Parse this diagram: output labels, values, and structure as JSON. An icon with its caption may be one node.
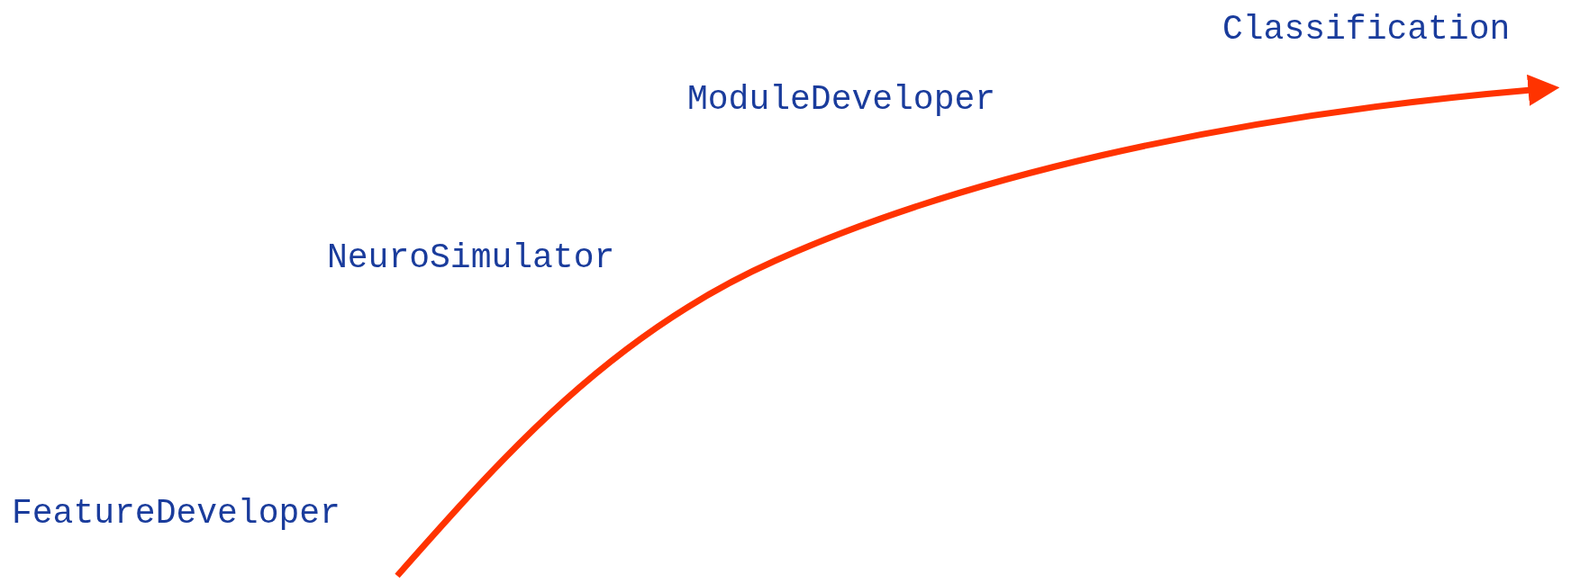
{
  "diagram": {
    "labels": [
      "Classification",
      "ModuleDeveloper",
      "NeuroSimulator",
      "FeatureDeveloper"
    ]
  }
}
